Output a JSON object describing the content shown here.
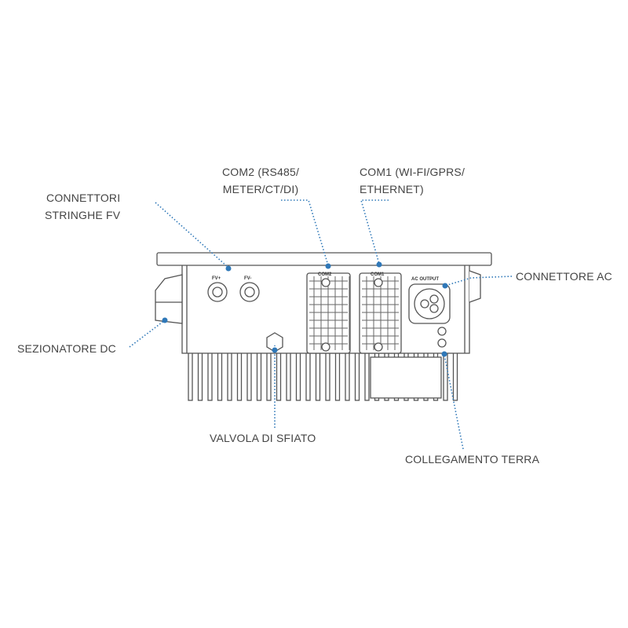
{
  "labels": {
    "pv_connectors": [
      "CONNETTORI",
      "STRINGHE FV"
    ],
    "com2": [
      "COM2 (RS485/",
      "METER/CT/DI)"
    ],
    "com1": [
      "COM1 (WI-FI/GPRS/",
      "ETHERNET)"
    ],
    "ac_connector": "CONNETTORE AC",
    "dc_switch": "SEZIONATORE DC",
    "vent_valve": "VALVOLA DI SFIATO",
    "ground": "COLLEGAMENTO TERRA"
  },
  "device_markings": {
    "pv_plus": "FV+",
    "pv_minus": "FV-",
    "com2": "COM2",
    "com1": "COM1",
    "ac_output": "AC OUTPUT"
  },
  "colors": {
    "leader": "#2f78b8",
    "outline": "#555555"
  }
}
